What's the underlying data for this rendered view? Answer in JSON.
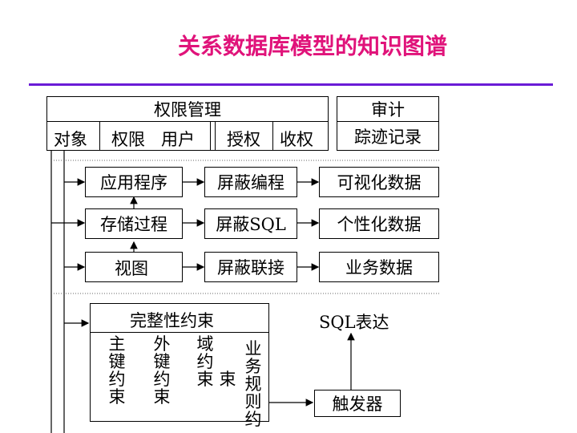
{
  "title": "关系数据库模型的知识图谱",
  "permission": {
    "header": "权限管理",
    "items": [
      "对象",
      "权限",
      "用户",
      "授权",
      "收权"
    ]
  },
  "audit": {
    "header": "审计",
    "record": "踪迹记录"
  },
  "rows": [
    [
      "应用程序",
      "屏蔽编程",
      "可视化数据"
    ],
    [
      "存储过程",
      "屏蔽SQL",
      "个性化数据"
    ],
    [
      "视图",
      "屏蔽联接",
      "业务数据"
    ]
  ],
  "integrity": {
    "header": "完整性约束",
    "columns": [
      "主键约束",
      "外键约束",
      "域约束",
      "束",
      "业务规则约"
    ]
  },
  "sql_expr": "SQL表达",
  "trigger": "触发器"
}
